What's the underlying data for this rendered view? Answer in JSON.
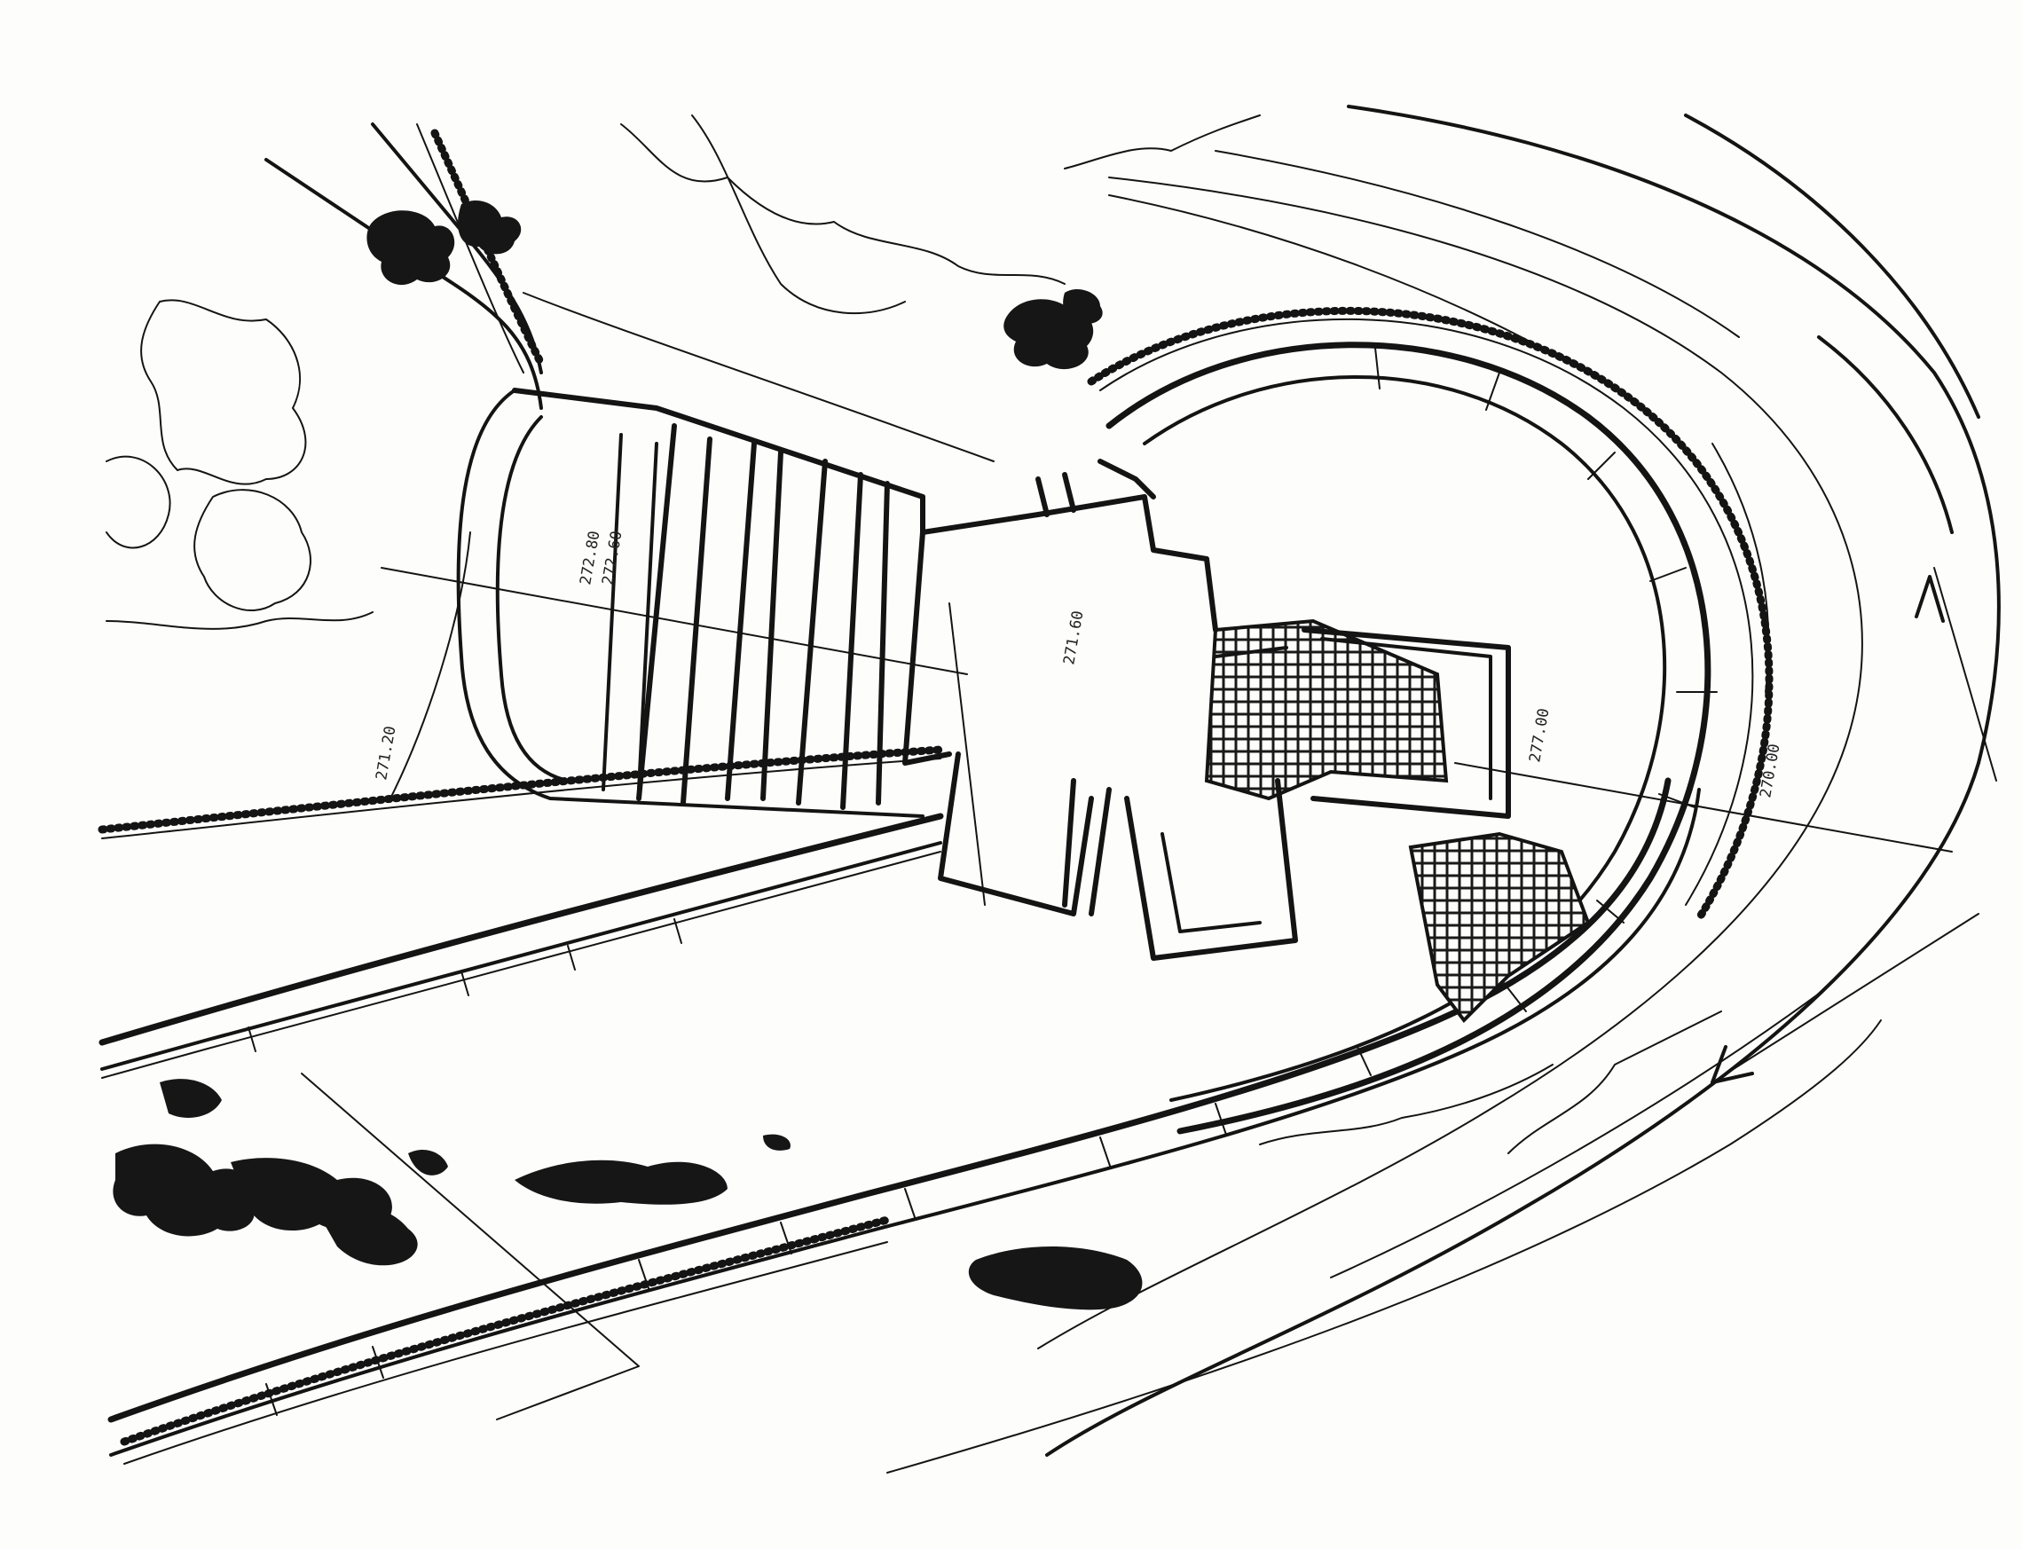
{
  "drawing": {
    "elevation_labels": [
      "272.80",
      "272.60",
      "271.60",
      "271.20",
      "277.00",
      "270.00"
    ]
  }
}
